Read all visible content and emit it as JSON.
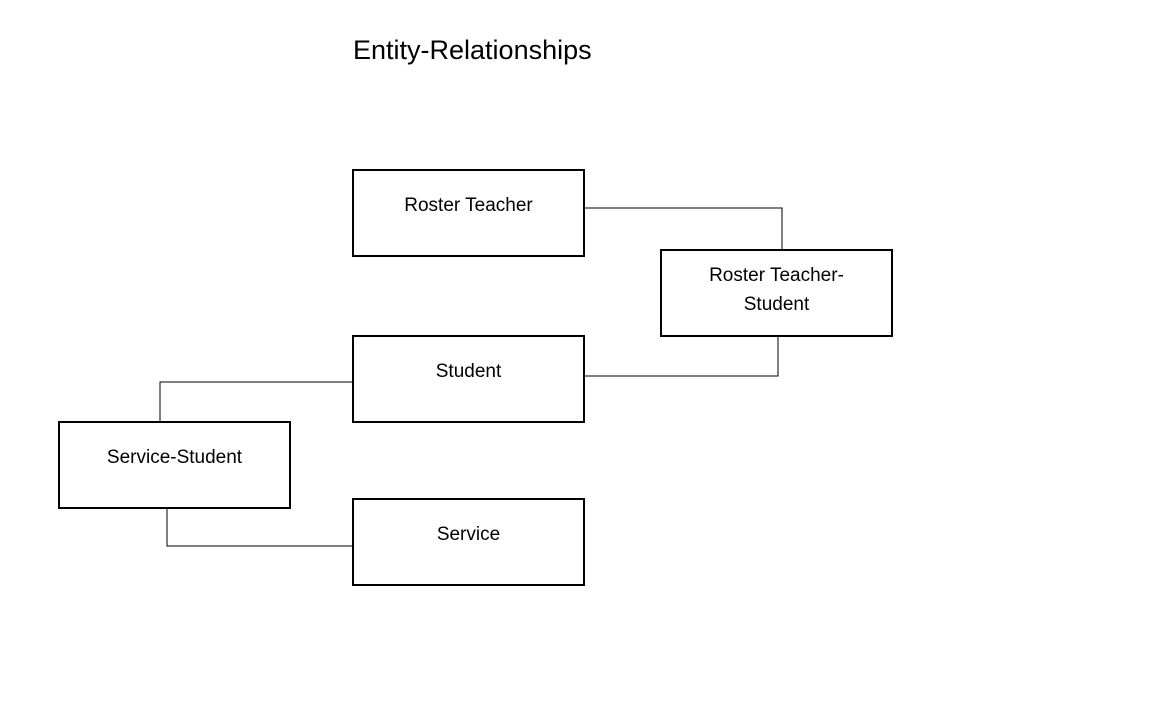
{
  "title": "Entity-Relationships",
  "entities": {
    "roster_teacher": "Roster Teacher",
    "roster_teacher_student": "Roster Teacher-\nStudent",
    "student": "Student",
    "service_student": "Service-Student",
    "service": "Service"
  },
  "colors": {
    "line": "#000000",
    "background": "#ffffff"
  }
}
